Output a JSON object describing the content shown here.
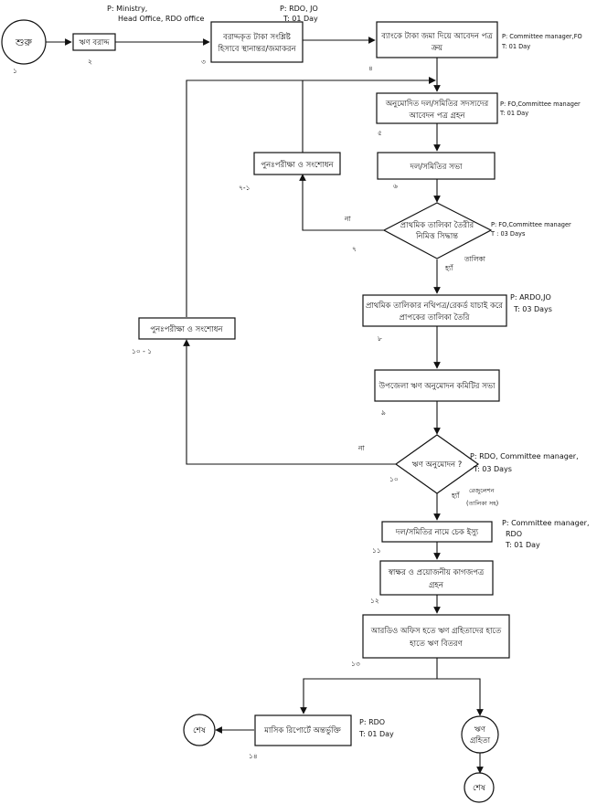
{
  "nodes": {
    "start": "শুরু",
    "n2": "ঋণ বরাদ্দ",
    "n3": [
      "বরাদ্দকৃত টাকা সংশ্লিষ্ট",
      "হিসাবে স্থানান্তর/জমাকরন"
    ],
    "n4": [
      "ব্যাংকে টাকা জমা দিয়ে আবেদন পত্র",
      "ক্রয়"
    ],
    "n5": [
      "অনুমোদিত দল/সমিতির সদস্যদের",
      "আবেদন পত্র গ্রহন"
    ],
    "n6": "দল/সমিতির সভা",
    "n7_1": "পুনঃপরীক্ষা ও সংশোধন",
    "n7": [
      "প্রাথমিক তালিকা তৈরীর",
      "নিমিত্ত সিদ্ধান্ত"
    ],
    "n8": [
      "প্রাথমিক তালিকার নথিপত্র/রেকর্ড যাচাই করে",
      "প্রাপকের তালিকা তৈরি"
    ],
    "n10_1": "পুনঃপরীক্ষা ও সংশোধন",
    "n9": "উপজেলা ঋণ অনুমোদন কমিটির সভা",
    "n10": "ঋণ অনুমোদন ?",
    "n11": "দল/সমিতির নামে চেক ইস্যু",
    "n12": [
      "স্বাক্ষর ও প্রয়োজনীয় কাগজপত্র",
      "গ্রহন"
    ],
    "n13": [
      "আরডিও অফিস হতে ঋণ গ্রহিতাদের হাতে",
      "হাতে ঋণ বিতরণ"
    ],
    "n14": "মাসিক রিপোর্টে অন্তর্ভুক্তি",
    "borrower": [
      "ঋণ",
      "গ্রহিতা"
    ],
    "end1": "শেষ",
    "end2": "শেষ"
  },
  "step_numbers": {
    "s1": "১",
    "s2": "২",
    "s3": "৩",
    "s4": "৪",
    "s5": "৫",
    "s6": "৬",
    "s7_1": "৭-১",
    "s7": "৭",
    "s8": "৮",
    "s9": "৯",
    "s10_1": "১০ - ১",
    "s10": "১০",
    "s11": "১১",
    "s12": "১২",
    "s13": "১৩",
    "s14": "১৪"
  },
  "edge_labels": {
    "no7": "না",
    "yes7": "হ্যাঁ",
    "list7": "তালিকা",
    "no10": "না",
    "yes10": "হ্যাঁ",
    "resolution": [
      "রেজুলেশন",
      "(তালিকা সহ)"
    ]
  },
  "annotations": {
    "a2": [
      "P:  Ministry,",
      "Head Office, RDO office"
    ],
    "a3": [
      "P:  RDO, JO",
      "T:  01 Day"
    ],
    "a4": [
      "P:  Committee manager,FO",
      "T:  01 Day"
    ],
    "a5": [
      "P:  FO,Committee manager",
      "T:  01 Day"
    ],
    "a7": [
      "P: FO,Committee manager",
      "T : 03 Days"
    ],
    "a8": [
      "P: ARDO,JO",
      "T:  03 Days"
    ],
    "a10": [
      "P: RDO, Committee manager,",
      "T:  03 Days"
    ],
    "a11": [
      "P: Committee manager,",
      "RDO",
      "T:  01 Day"
    ],
    "a14": [
      "P: RDO",
      "T:  01 Day"
    ]
  }
}
